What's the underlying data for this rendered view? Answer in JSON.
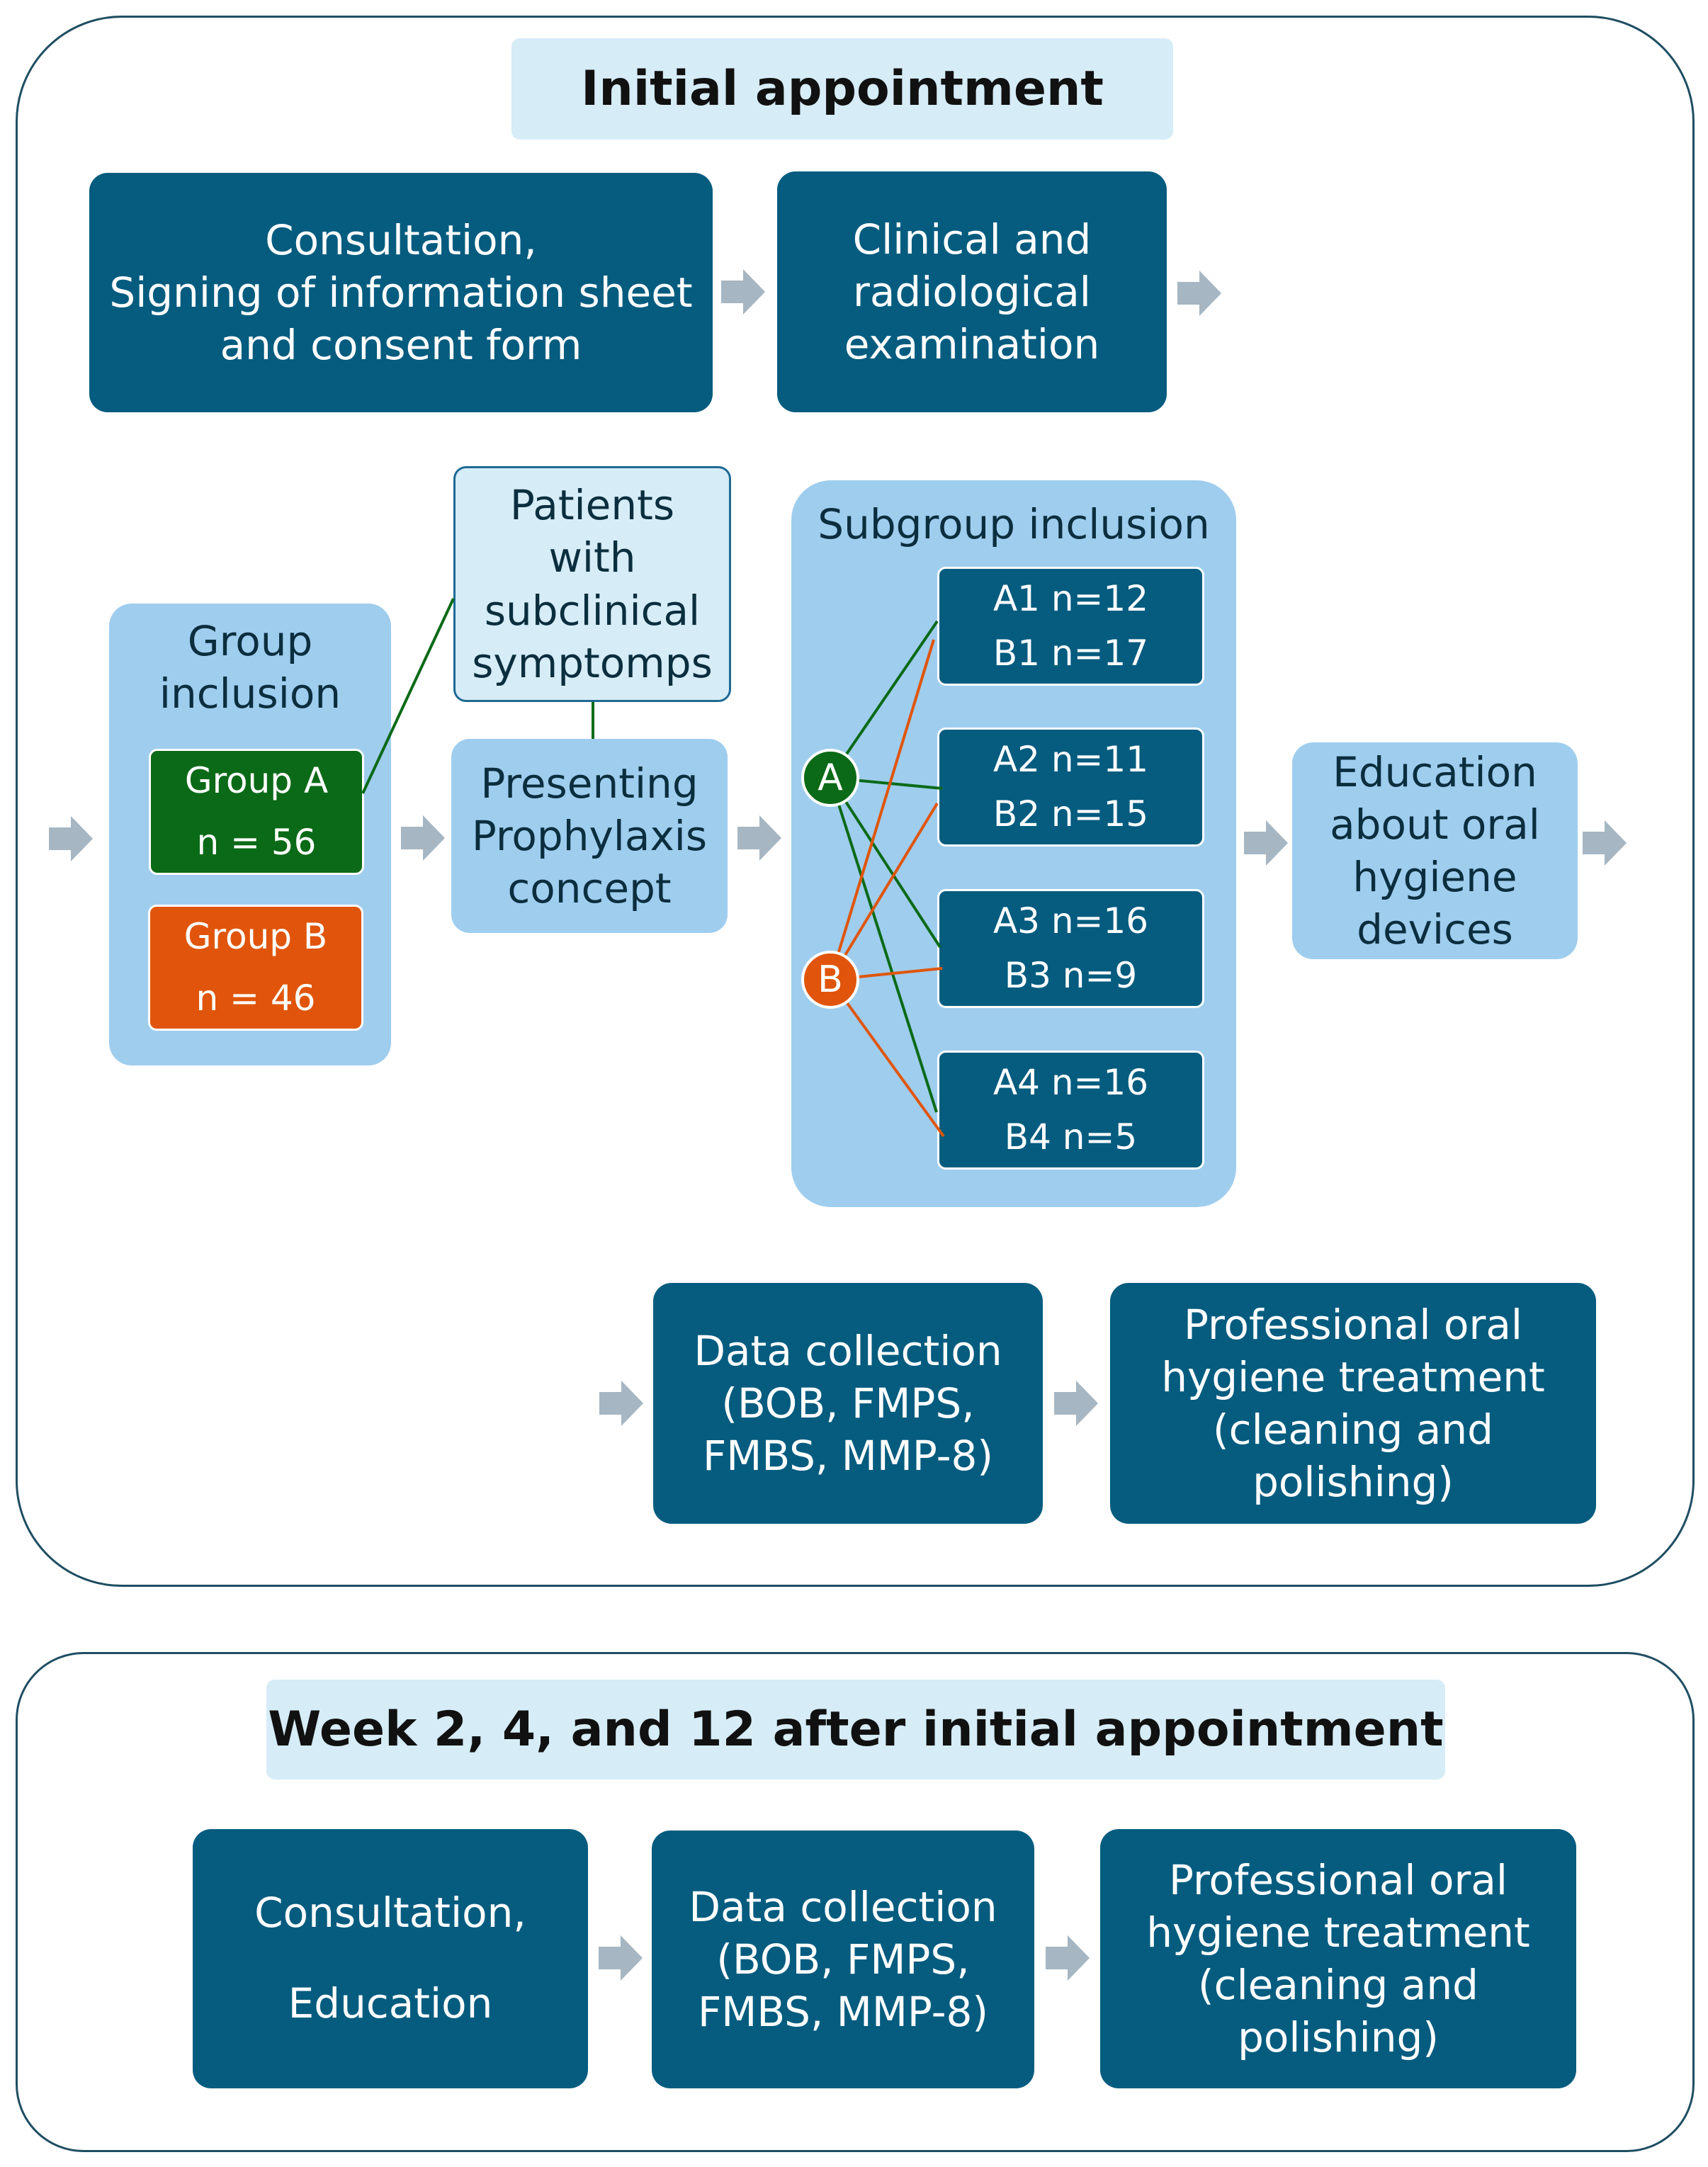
{
  "initial": {
    "title": "Initial appointment",
    "consultation": "Consultation,\nSigning of information sheet\nand consent form",
    "examination": "Clinical and\nradiological\nexamination",
    "group_inclusion_label": "Group\ninclusion",
    "group_a": "Group A\nn = 56",
    "group_b": "Group B\nn = 46",
    "subclinical": "Patients\nwith\nsubclinical\nsymptomps",
    "prophylaxis": "Presenting\nProphylaxis\nconcept",
    "subgroup_label": "Subgroup inclusion",
    "subgroups": [
      "A1 n=12\nB1 n=17",
      "A2 n=11\nB2 n=15",
      "A3 n=16\nB3 n=9",
      "A4 n=16\nB4 n=5"
    ],
    "node_a": "A",
    "node_b": "B",
    "education": "Education\nabout oral\nhygiene\ndevices",
    "data_collection": "Data collection\n(BOB, FMPS,\nFMBS, MMP-8)",
    "professional": "Professional oral\nhygiene treatment\n(cleaning and\npolishing)"
  },
  "followup": {
    "title": "Week 2, 4, and 12 after initial appointment",
    "consultation": "Consultation,\n\nEducation",
    "data_collection": "Data collection\n(BOB, FMPS,\nFMBS, MMP-8)",
    "professional": "Professional oral\nhygiene treatment\n(cleaning and\npolishing)"
  },
  "colors": {
    "dark_box": "#055c7f",
    "light_box": "#9fcdee",
    "pale_box": "#d6ecf7",
    "group_a": "#0b6a17",
    "group_b": "#e0550b",
    "arrow": "#a6b6c2",
    "frame": "#1f4e62"
  }
}
